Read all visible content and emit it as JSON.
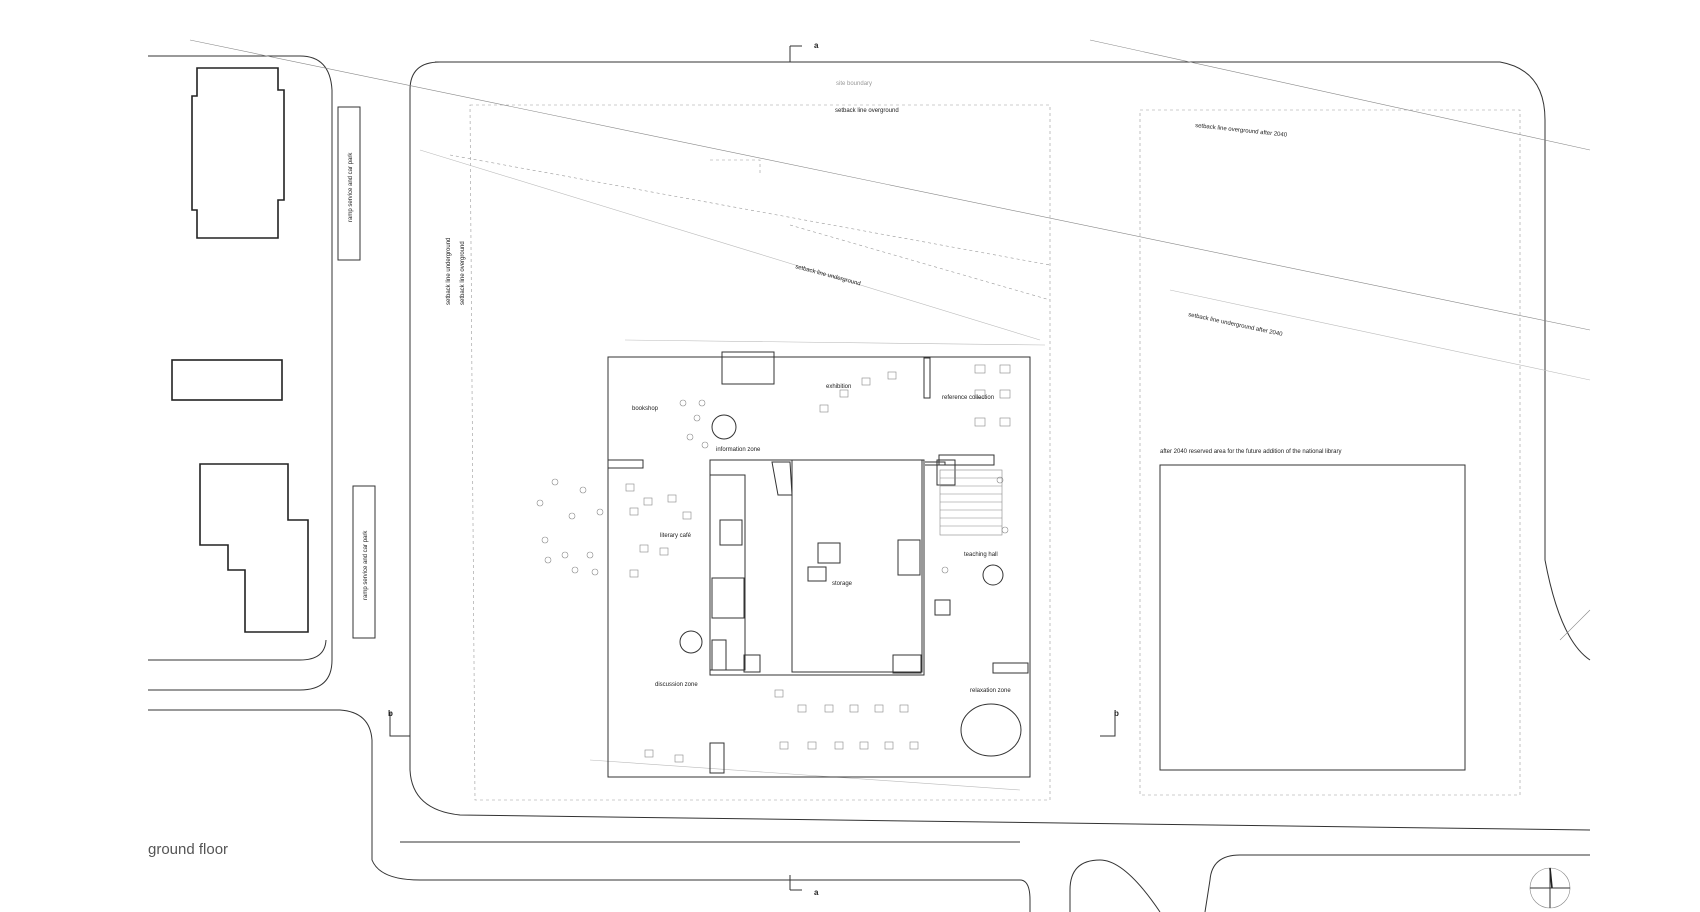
{
  "drawing": {
    "title": "ground floor",
    "section_marks": {
      "a": "a",
      "b": "b"
    },
    "labels": {
      "site_boundary": "site boundary",
      "setback_overground": "setback line overground",
      "setback_overground_2040": "setback line overground after 2040",
      "setback_underground": "setback line underground",
      "setback_underground_2040": "setback line underground after 2040",
      "setback_underground_vertical": "setback line underground",
      "setback_overground_vertical": "setback line overground",
      "ramp_top": "ramp service and car park",
      "ramp_bottom": "ramp service and car park",
      "reserved_area": "after 2040 reserved area for the future addition of the national library",
      "bookshop": "bookshop",
      "exhibition": "exhibition",
      "reference_collection": "reference collection",
      "information_zone": "information zone",
      "literary_cafe": "literary café",
      "storage": "storage",
      "teaching_hall": "teaching hall",
      "discussion_zone": "discussion zone",
      "relaxation_zone": "relaxation zone"
    }
  }
}
